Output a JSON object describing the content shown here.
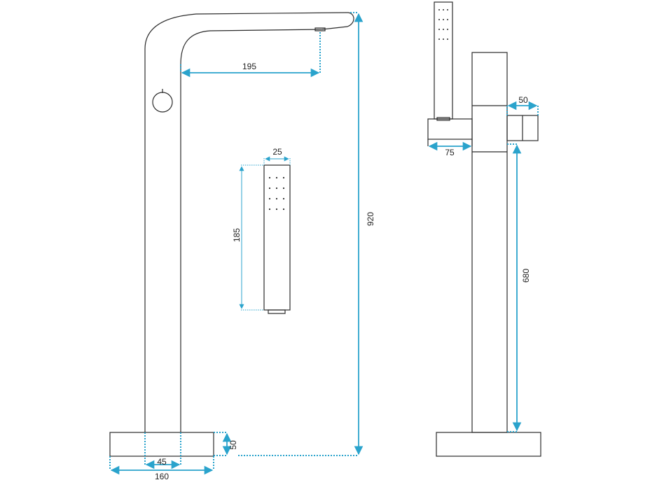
{
  "colors": {
    "outline": "#2b2b2b",
    "dimension": "#2aa3cc",
    "text": "#222222"
  },
  "dimensions": {
    "spout_reach": "195",
    "total_height": "920",
    "hand_shower_width": "25",
    "hand_shower_length": "185",
    "base_height": "50",
    "column_width": "45",
    "base_width": "160",
    "holder_depth": "50",
    "holder_width": "75",
    "holder_height": "680"
  }
}
